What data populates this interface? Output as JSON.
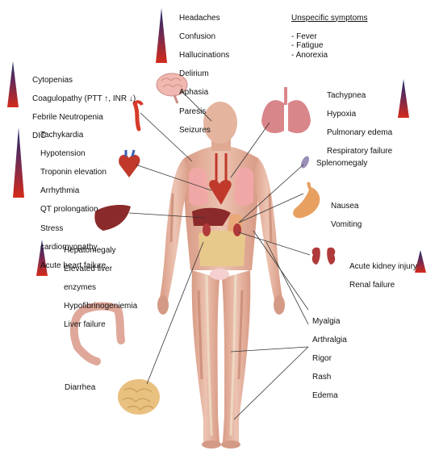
{
  "colors": {
    "skin": "#e4b49f",
    "muscle": "#c8826a",
    "organ_red": "#c0392b",
    "liver": "#8b2a2a",
    "gut": "#e8c98c",
    "triangle_dark": "#1e2a6b",
    "triangle_red": "#d42a1a"
  },
  "groups": {
    "neuro": [
      "Headaches",
      "Confusion",
      "Hallucinations",
      "Delirium",
      "Aphasia",
      "Paresis",
      "Seizures"
    ],
    "unspecific_title": "Unspecific symptoms",
    "unspecific": [
      "Fever",
      "Fatigue",
      "Anorexia"
    ],
    "blood": [
      "Cytopenias",
      "Coagulopathy (PTT ↑, INR ↓)",
      "Febrile Neutropenia",
      "DIC"
    ],
    "lung": [
      "Tachypnea",
      "Hypoxia",
      "Pulmonary edema",
      "Respiratory failure"
    ],
    "heart": [
      "Tachykardia",
      "Hypotension",
      "Troponin elevation",
      "Arrhythmia",
      "QT prolongation",
      "Stress",
      "cardiomyopathy",
      "Acute heart failure"
    ],
    "spleen": [
      "Splenomegaly"
    ],
    "gi": [
      "Nausea",
      "Vomiting"
    ],
    "liver": [
      "Hepatomegaly",
      "Elevated liver",
      "enzymes",
      "Hypofibrinogeniemia",
      "Liver failure"
    ],
    "kidney": [
      "Acute kidney injury",
      "Renal failure"
    ],
    "muscle": [
      "Myalgia",
      "Arthralgia",
      "Rigor",
      "Rash",
      "Edema"
    ],
    "diarrhea": [
      "Diarrhea"
    ]
  }
}
